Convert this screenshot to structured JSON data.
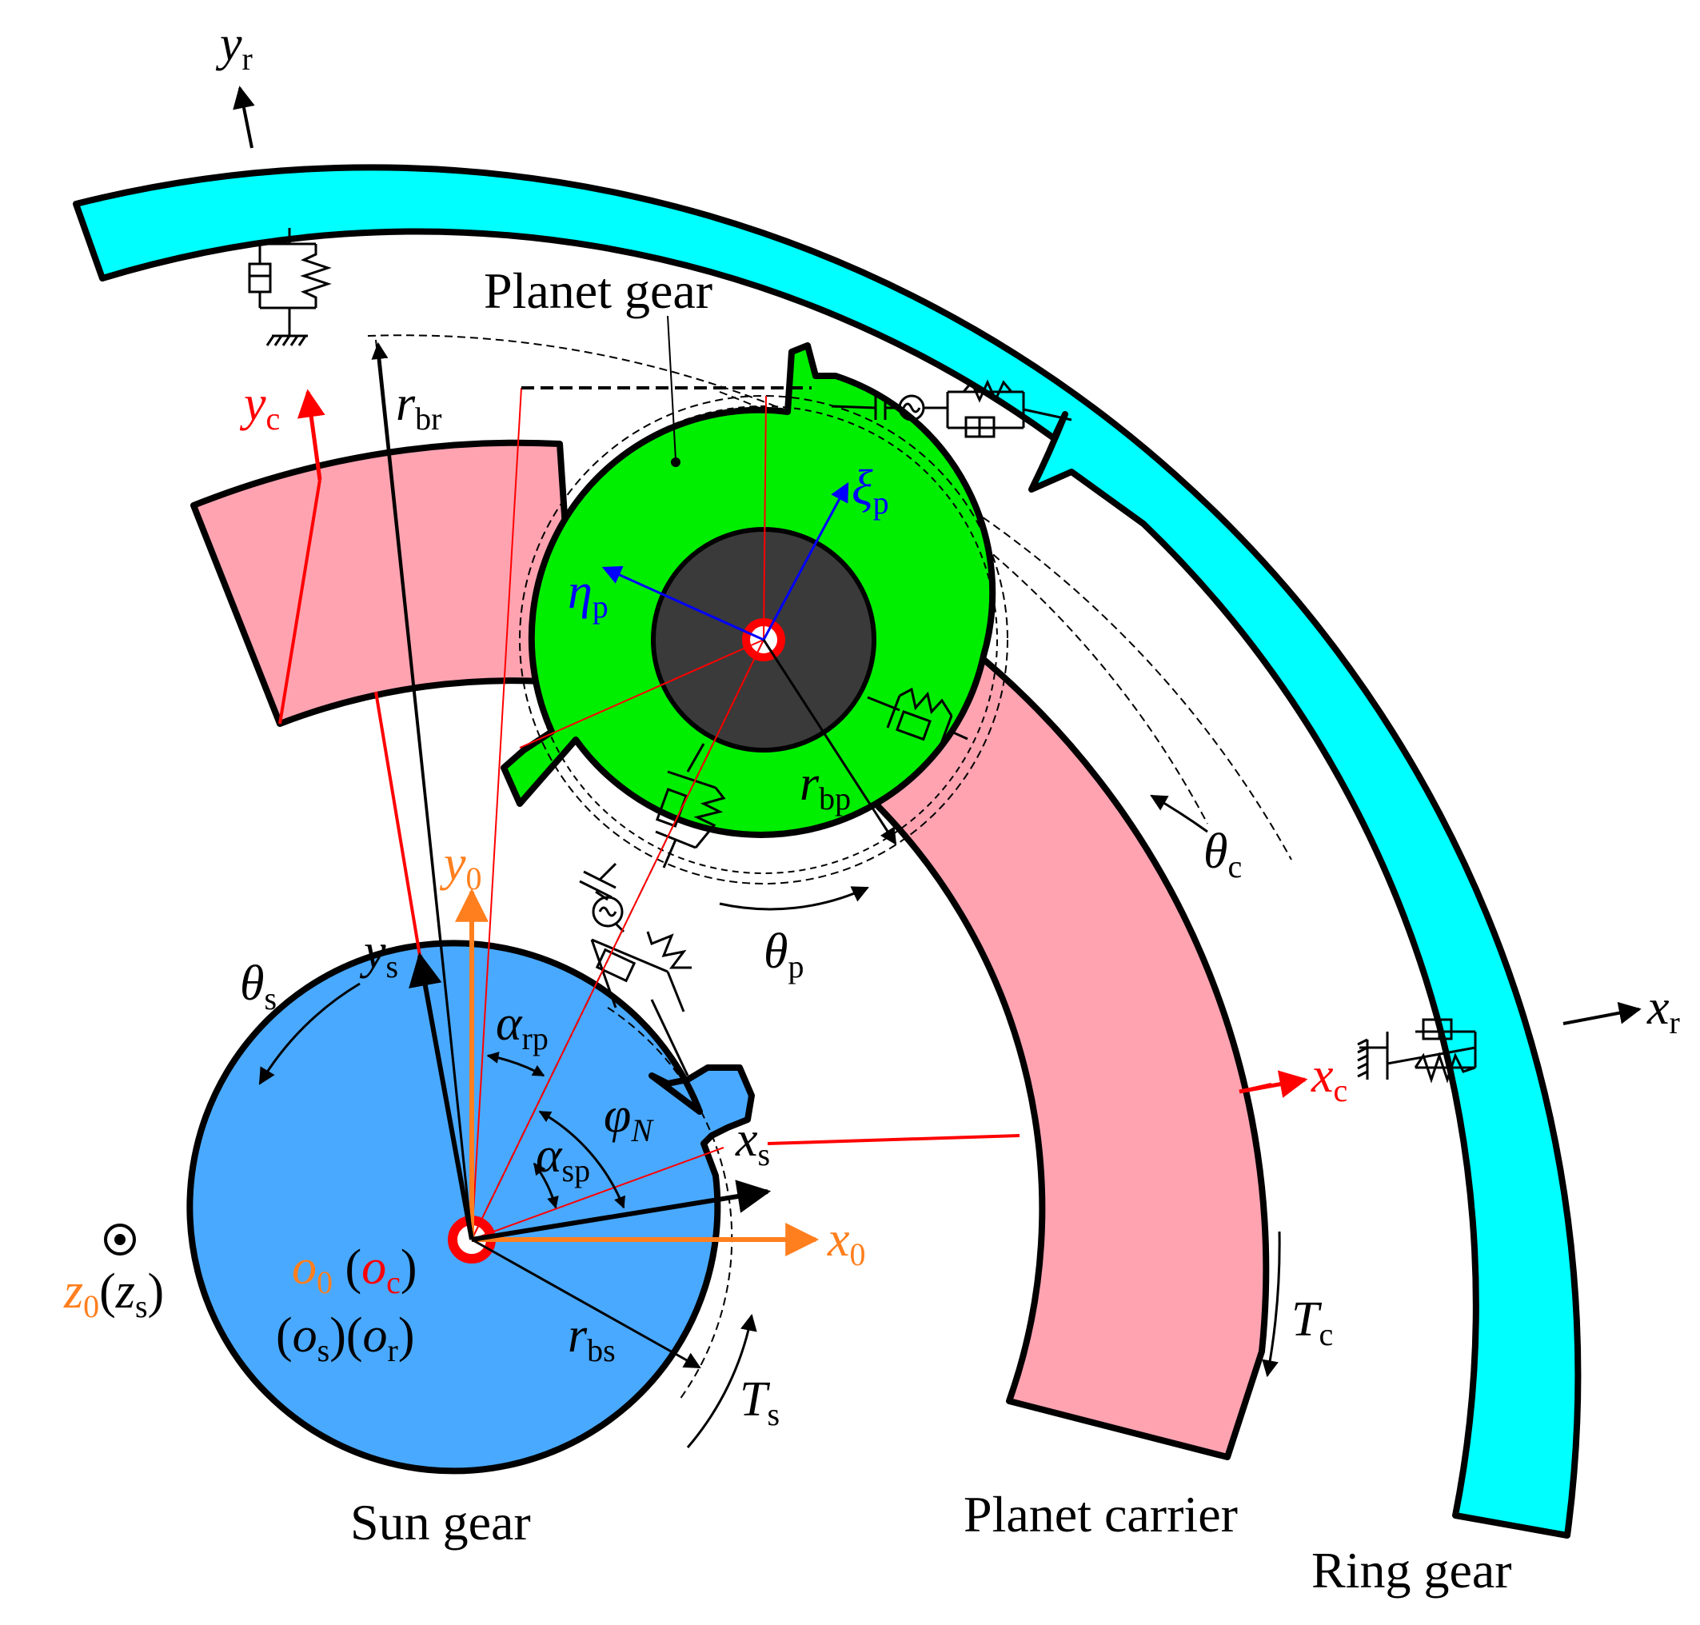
{
  "colors": {
    "ring": "#00ffff",
    "carrier": "#ffa3b1",
    "planet": "#00ee00",
    "planet_hub": "#3a3a3a",
    "sun": "#49a9ff",
    "axis_orange": "#ff7f1e",
    "axis_red": "#ff0000",
    "axis_blue": "#0000ff"
  },
  "labels": {
    "planet_gear": "Planet gear",
    "sun_gear": "Sun gear",
    "planet_carrier": "Planet carrier",
    "ring_gear": "Ring gear"
  },
  "symbols": {
    "y_r": {
      "base": "y",
      "sub": "r"
    },
    "x_r": {
      "base": "x",
      "sub": "r"
    },
    "y_c": {
      "base": "y",
      "sub": "c"
    },
    "x_c": {
      "base": "x",
      "sub": "c"
    },
    "y_0": {
      "base": "y",
      "sub": "0"
    },
    "x_0": {
      "base": "x",
      "sub": "0"
    },
    "y_s": {
      "base": "y",
      "sub": "s"
    },
    "x_s": {
      "base": "x",
      "sub": "s"
    },
    "r_br": {
      "base": "r",
      "sub": "br"
    },
    "r_bp": {
      "base": "r",
      "sub": "bp"
    },
    "r_bs": {
      "base": "r",
      "sub": "bs"
    },
    "xi_p": {
      "base": "ξ",
      "sub": "p"
    },
    "eta_p": {
      "base": "η",
      "sub": "p"
    },
    "theta_c": {
      "base": "θ",
      "sub": "c"
    },
    "theta_p": {
      "base": "θ",
      "sub": "p"
    },
    "theta_s": {
      "base": "θ",
      "sub": "s"
    },
    "alpha_rp": {
      "base": "α",
      "sub": "rp"
    },
    "alpha_sp": {
      "base": "α",
      "sub": "sp"
    },
    "phi_n": {
      "base": "φ",
      "sub": "N"
    },
    "T_c": {
      "base": "T",
      "sub": "c"
    },
    "T_s": {
      "base": "T",
      "sub": "s"
    }
  },
  "origin": {
    "o0": "o",
    "o0_sub": "0",
    "oc": "o",
    "oc_sub": "c",
    "os": "o",
    "os_sub": "s",
    "or": "o",
    "or_sub": "r",
    "lp": "(",
    "rp": ")"
  },
  "z_axis": {
    "z0": "z",
    "z0_sub": "0",
    "zs": "z",
    "zs_sub": "s",
    "lp": "(",
    "rp": ")"
  }
}
